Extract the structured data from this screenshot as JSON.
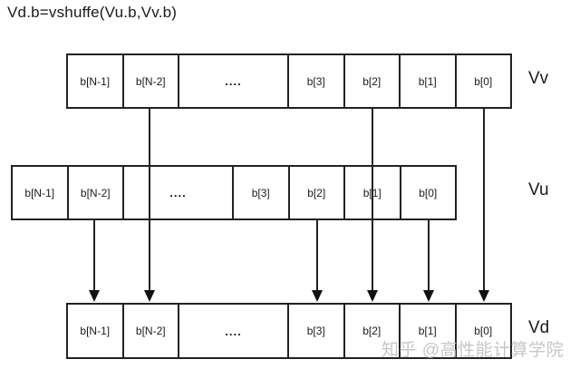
{
  "title": "Vd.b=vshuffe(Vu.b,Vv.b)",
  "rows": [
    {
      "label": "Vv",
      "cells": [
        "b[N-1]",
        "b[N-2]",
        "....",
        "b[3]",
        "b[2]",
        "b[1]",
        "b[0]"
      ]
    },
    {
      "label": "Vu",
      "cells": [
        "b[N-1]",
        "b[N-2]",
        "....",
        "b[3]",
        "b[2]",
        "b[1]",
        "b[0]"
      ]
    },
    {
      "label": "Vd",
      "cells": [
        "b[N-1]",
        "b[N-2]",
        "....",
        "b[3]",
        "b[2]",
        "b[1]",
        "b[0]"
      ]
    }
  ],
  "connections": [
    {
      "source_row": "Vu",
      "target": "Vd.b[N-1]"
    },
    {
      "source_row": "Vv",
      "source_cell": "b[N-2]",
      "target": "Vd.b[N-2]"
    },
    {
      "source_row": "Vu",
      "target": "Vd.b[3]"
    },
    {
      "source_row": "Vv",
      "source_cell": "b[2]",
      "target": "Vd.b[2]"
    },
    {
      "source_row": "Vu",
      "target": "Vd.b[1]"
    },
    {
      "source_row": "Vv",
      "source_cell": "b[0]",
      "target": "Vd.b[0]"
    }
  ],
  "watermark": "知乎 @高性能计算学院",
  "colors": {
    "line": "#222222",
    "text": "#1a1a1a",
    "watermark": "#c6c6c6",
    "background": "#ffffff"
  }
}
